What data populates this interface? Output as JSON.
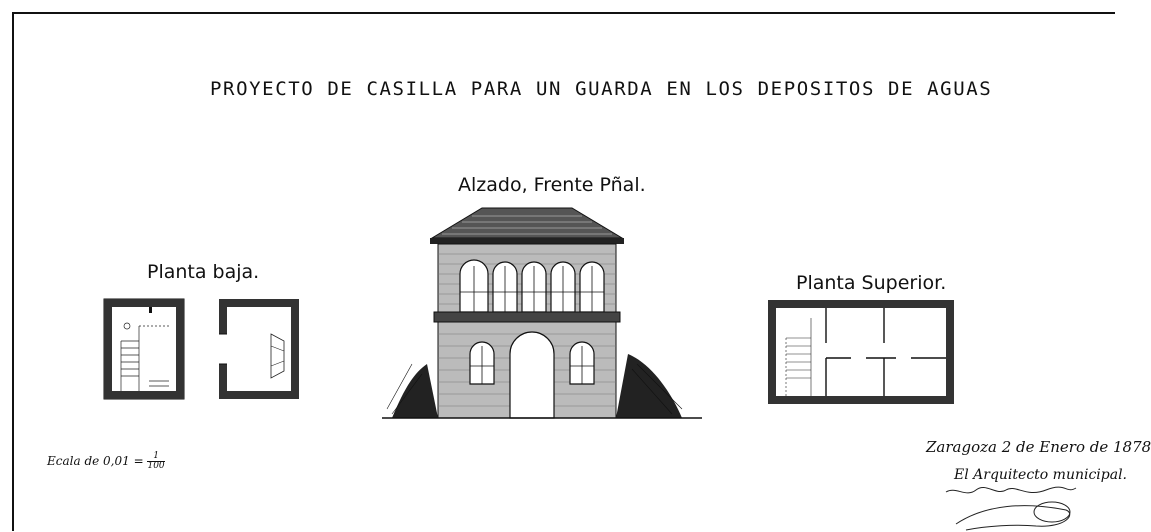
{
  "sheet": {
    "title": "PROYECTO DE CASILLA PARA UN GUARDA EN LOS DEPOSITOS DE AGUAS",
    "labels": {
      "elevation": "Alzado, Frente Pñal.",
      "ground_floor": "Planta baja.",
      "upper_floor": "Planta Superior."
    },
    "scale": {
      "prefix": "Ecala de 0,01 =",
      "numerator": "1",
      "denominator": "100"
    },
    "date_line": "Zaragoza 2 de Enero de 1878",
    "signature_title": "El Arquitecto municipal."
  }
}
